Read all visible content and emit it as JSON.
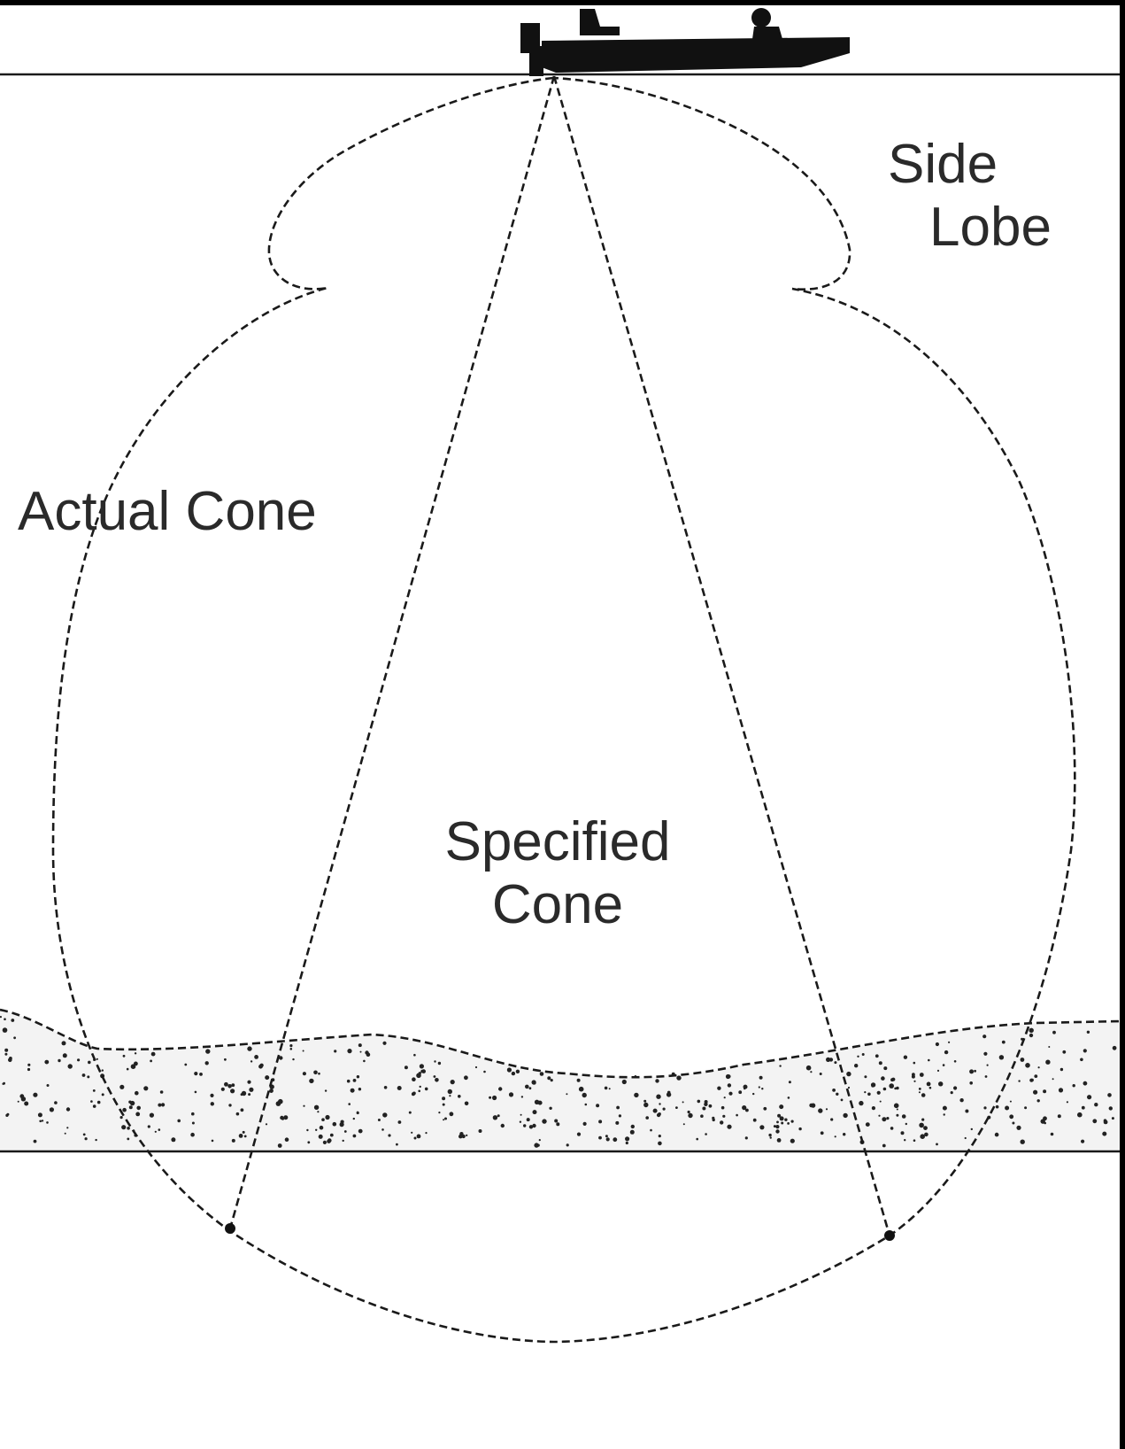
{
  "diagram": {
    "labels": {
      "side_lobe_line1": "Side",
      "side_lobe_line2": "Lobe",
      "actual_cone": "Actual Cone",
      "specified_cone_line1": "Specified",
      "specified_cone_line2": "Cone"
    },
    "colors": {
      "background": "#ffffff",
      "frame": "#000000",
      "ink": "#1a1a1a",
      "text": "#2a2a2a"
    }
  }
}
